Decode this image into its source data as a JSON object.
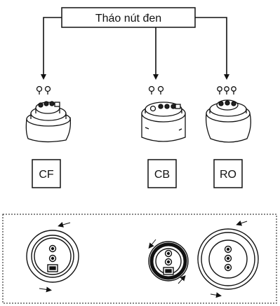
{
  "instruction": {
    "text": "Tháo nút đen"
  },
  "filters": [
    {
      "label": "CF"
    },
    {
      "label": "CB"
    },
    {
      "label": "RO"
    }
  ],
  "colors": {
    "ink": "#111111",
    "fill": "#ffffff"
  },
  "icons": [
    "arrow-down-icon",
    "screw-plug-icon",
    "filter-cap-icon",
    "filter-top-view-icon",
    "rotate-arrow-icon"
  ]
}
